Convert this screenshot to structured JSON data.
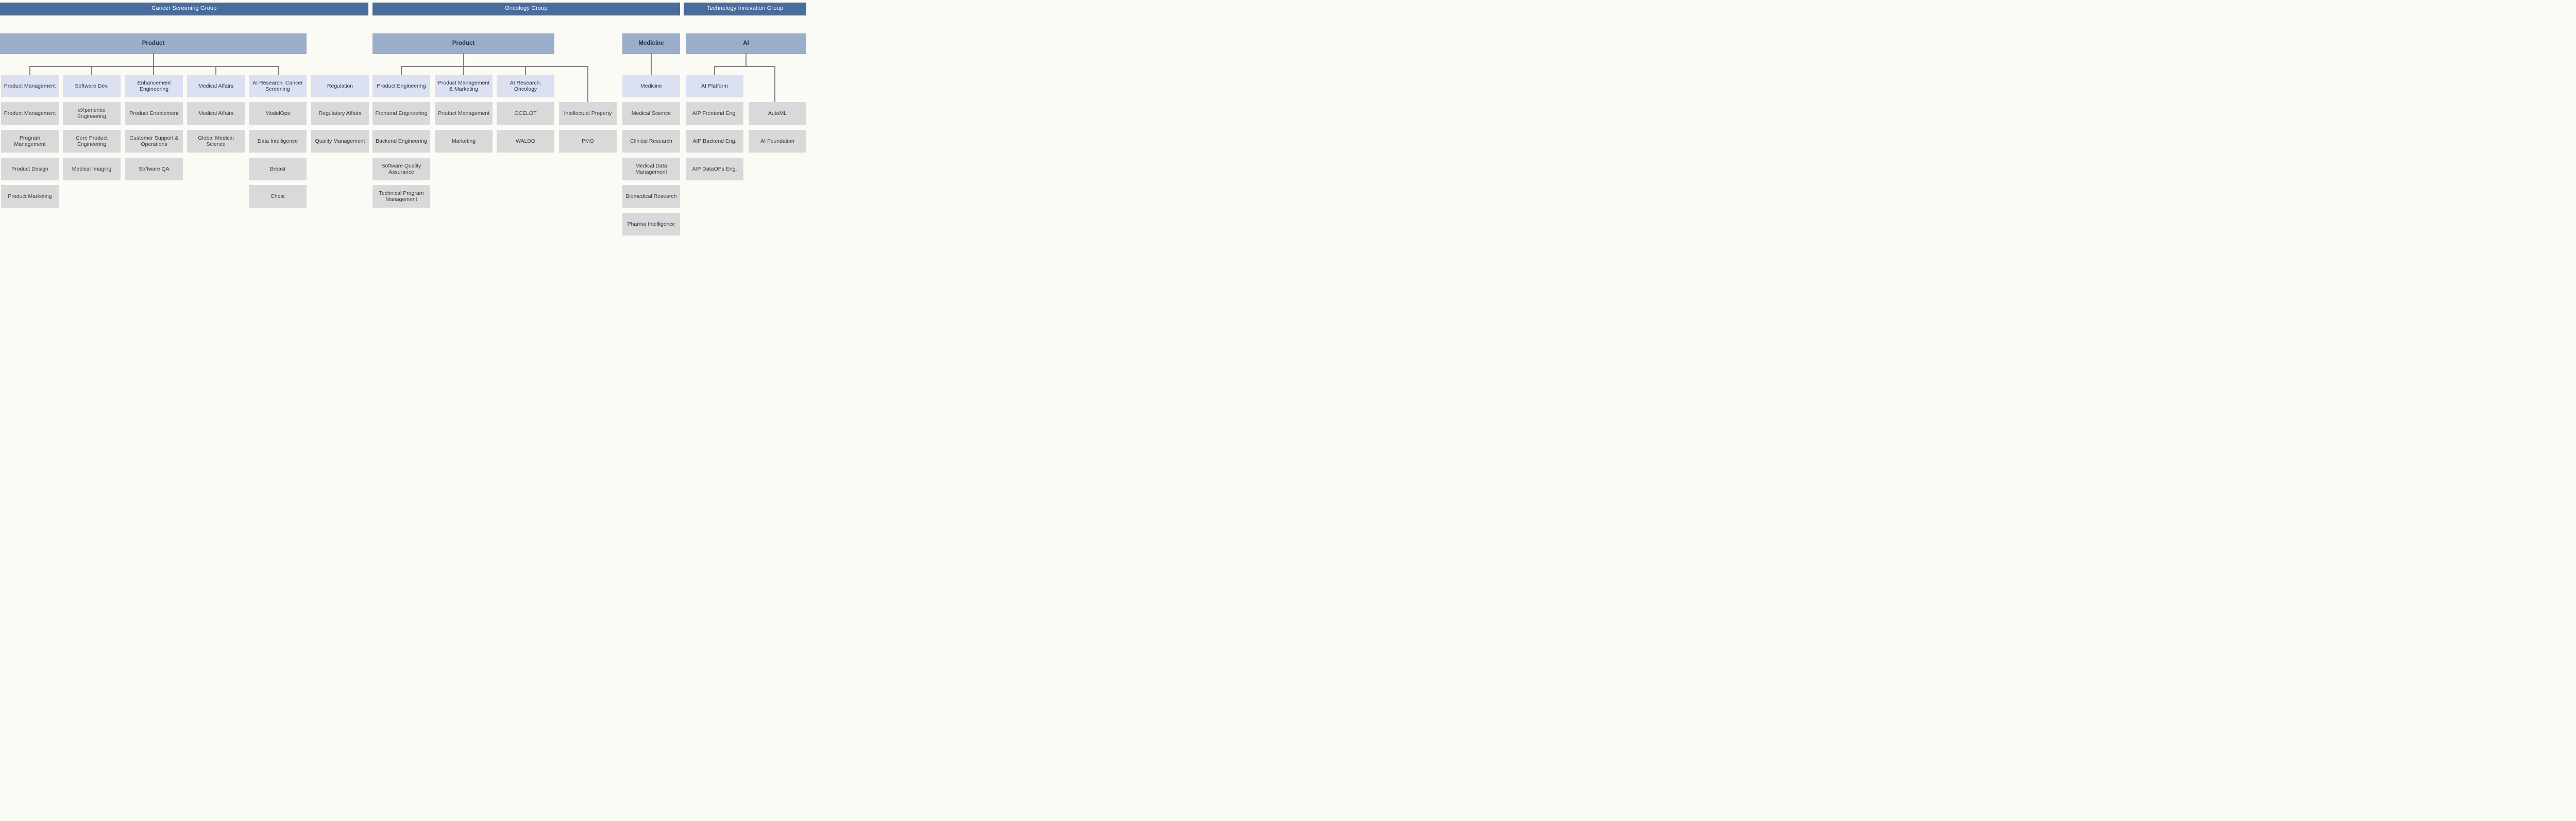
{
  "colors": {
    "group_header_blue": "#486C9D",
    "parent_box_blue": "#9AAECB",
    "level1_box_lavender": "#DBE1F1",
    "sub_box_gray": "#D9D9D9",
    "connector_gray": "#808080",
    "background": "#FBFBF6"
  },
  "groups": {
    "cancer_screening": {
      "header": "Cancer Screening Group",
      "parent": "Product",
      "columns": [
        {
          "head": "Product Management",
          "cells": [
            "Product Management",
            "Program Management",
            "Product Design",
            "Product Marketing"
          ]
        },
        {
          "head": "Software Dev.",
          "cells": [
            "eXperience Engineering",
            "Core Product Engineering",
            "Medical Imaging"
          ]
        },
        {
          "head": "Enhancement Engineering",
          "cells": [
            "Product Enablement",
            "Customer Support & Operations",
            "Software QA"
          ]
        },
        {
          "head": "Medical Affairs",
          "cells": [
            "Medical Affairs",
            "Global Medical Science"
          ]
        },
        {
          "head": "AI Research, Cancer Screening",
          "cells": [
            "ModelOps",
            "Data Intelligence",
            "Breast",
            "Chest"
          ]
        },
        {
          "head": "Regulation",
          "cells": [
            "Regulatory Affairs",
            "Quality Management"
          ]
        }
      ]
    },
    "oncology": {
      "header": "Oncology Group",
      "parent": "Product",
      "columns": [
        {
          "head": "Product Engineering",
          "cells": [
            "Frontend Engineering",
            "Backend Engineering",
            "Software Quality Assurance",
            "Technical Program Management"
          ]
        },
        {
          "head": "Product Management & Marketing",
          "cells": [
            "Product Management",
            "Marketing"
          ]
        },
        {
          "head": "AI Research, Oncology",
          "cells": [
            "OCELOT",
            "WALDO"
          ]
        },
        {
          "head": "",
          "cells": [
            "Intellectual Property",
            "PMO"
          ]
        }
      ]
    },
    "technology_innovation": {
      "header": "Technology Innovation Group",
      "parents": {
        "medicine": "Medicine",
        "ai": "AI"
      },
      "medicine_column": {
        "head": "Medicine",
        "cells": [
          "Medical Science",
          "Clinical Research",
          "Medical Data Management",
          "Biomedical Research",
          "Pharma Intelligence"
        ]
      },
      "ai_columns": [
        {
          "head": "AI Platform",
          "cells": [
            "AIP Frontend Eng.",
            "AIP Backend Eng.",
            "AIP DataOPs Eng."
          ]
        },
        {
          "head": "",
          "cells": [
            "AutoML",
            "AI Foundation"
          ]
        }
      ]
    }
  }
}
